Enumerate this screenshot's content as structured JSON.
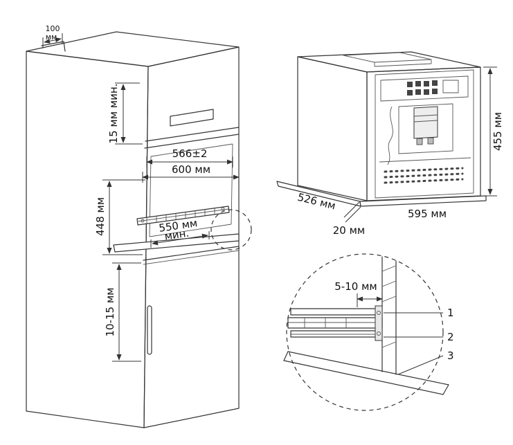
{
  "colors": {
    "line": "#333333",
    "background": "#ffffff"
  },
  "cabinet": {
    "wall_gap_line1": "100",
    "wall_gap_line2": "мм",
    "top_clearance": "15 мм мин.",
    "niche_inner_width": "566±2",
    "niche_outer_width": "600 мм",
    "niche_height": "448 мм",
    "rail_depth_line1": "550 мм",
    "rail_depth_line2": "мин.",
    "bottom_clearance": "10-15 мм"
  },
  "machine": {
    "height": "455 мм",
    "depth": "526 мм",
    "width": "595 мм",
    "base_thickness": "20 мм"
  },
  "detail": {
    "side_gap": "5-10 мм",
    "callouts": [
      "1",
      "2",
      "3"
    ]
  }
}
